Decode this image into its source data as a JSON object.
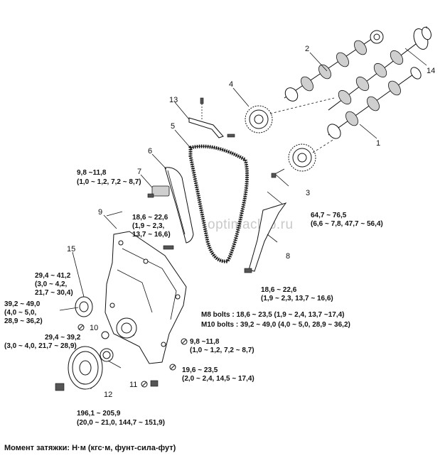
{
  "watermark": "optimaclub.ru",
  "footer": "Момент затяжки: Н·м (кгс·м, фунт-сила-фут)",
  "callouts": {
    "n1": "1",
    "n2": "2",
    "n3": "3",
    "n4": "4",
    "n5": "5",
    "n6": "6",
    "n7": "7",
    "n8": "8",
    "n9": "9",
    "n10": "10",
    "n11": "11",
    "n12": "12",
    "n13": "13",
    "n14": "14",
    "n15": "15"
  },
  "torque": {
    "t7_l1": "9,8 ~11,8",
    "t7_l2": "(1,0 ~ 1,2, 7,2 ~ 8,7)",
    "t_bolt_l1": "18,6 ~ 22,6",
    "t_bolt_l2": "(1,9 ~ 2,3,",
    "t_bolt_l3": "13,7 ~ 16,6)",
    "t3_l1": "64,7 ~ 76,5",
    "t3_l2": "(6,6 ~ 7,8, 47,7 ~ 56,4)",
    "t15_l1": "29,4 ~ 41,2",
    "t15_l2": "(3,0 ~ 4,2,",
    "t15_l3": "21,7 ~ 30,4)",
    "t8_l1": "18,6 ~ 22,6",
    "t8_l2": "(1,9 ~ 2,3, 13,7 ~ 16,6)",
    "tl_l1": "39,2 ~ 49,0",
    "tl_l2": "(4,0 ~ 5,0,",
    "tl_l3": "28,9 ~ 36,2)",
    "m8": "M8 bolts : 18,6 ~ 23,5 (1,9 ~ 2,4, 13,7 ~17,4)",
    "m10": "M10 bolts : 39,2 ~ 49,0 (4,0 ~ 5,0, 28,9 ~ 36,2)",
    "t10_l1": "29,4 ~ 39,2",
    "t10_l2": "(3,0 ~ 4,0, 21,7 ~ 28,9)",
    "tr_l1": "9,8 ~11,8",
    "tr_l2": "(1,0 ~ 1,2, 7,2 ~ 8,7)",
    "tr2_l1": "19,6 ~ 23,5",
    "tr2_l2": "(2,0 ~ 2,4, 14,5 ~ 17,4)",
    "t12_l1": "196,1 ~ 205,9",
    "t12_l2": "(20,0 ~ 21,0, 144,7 ~ 151,9)"
  }
}
